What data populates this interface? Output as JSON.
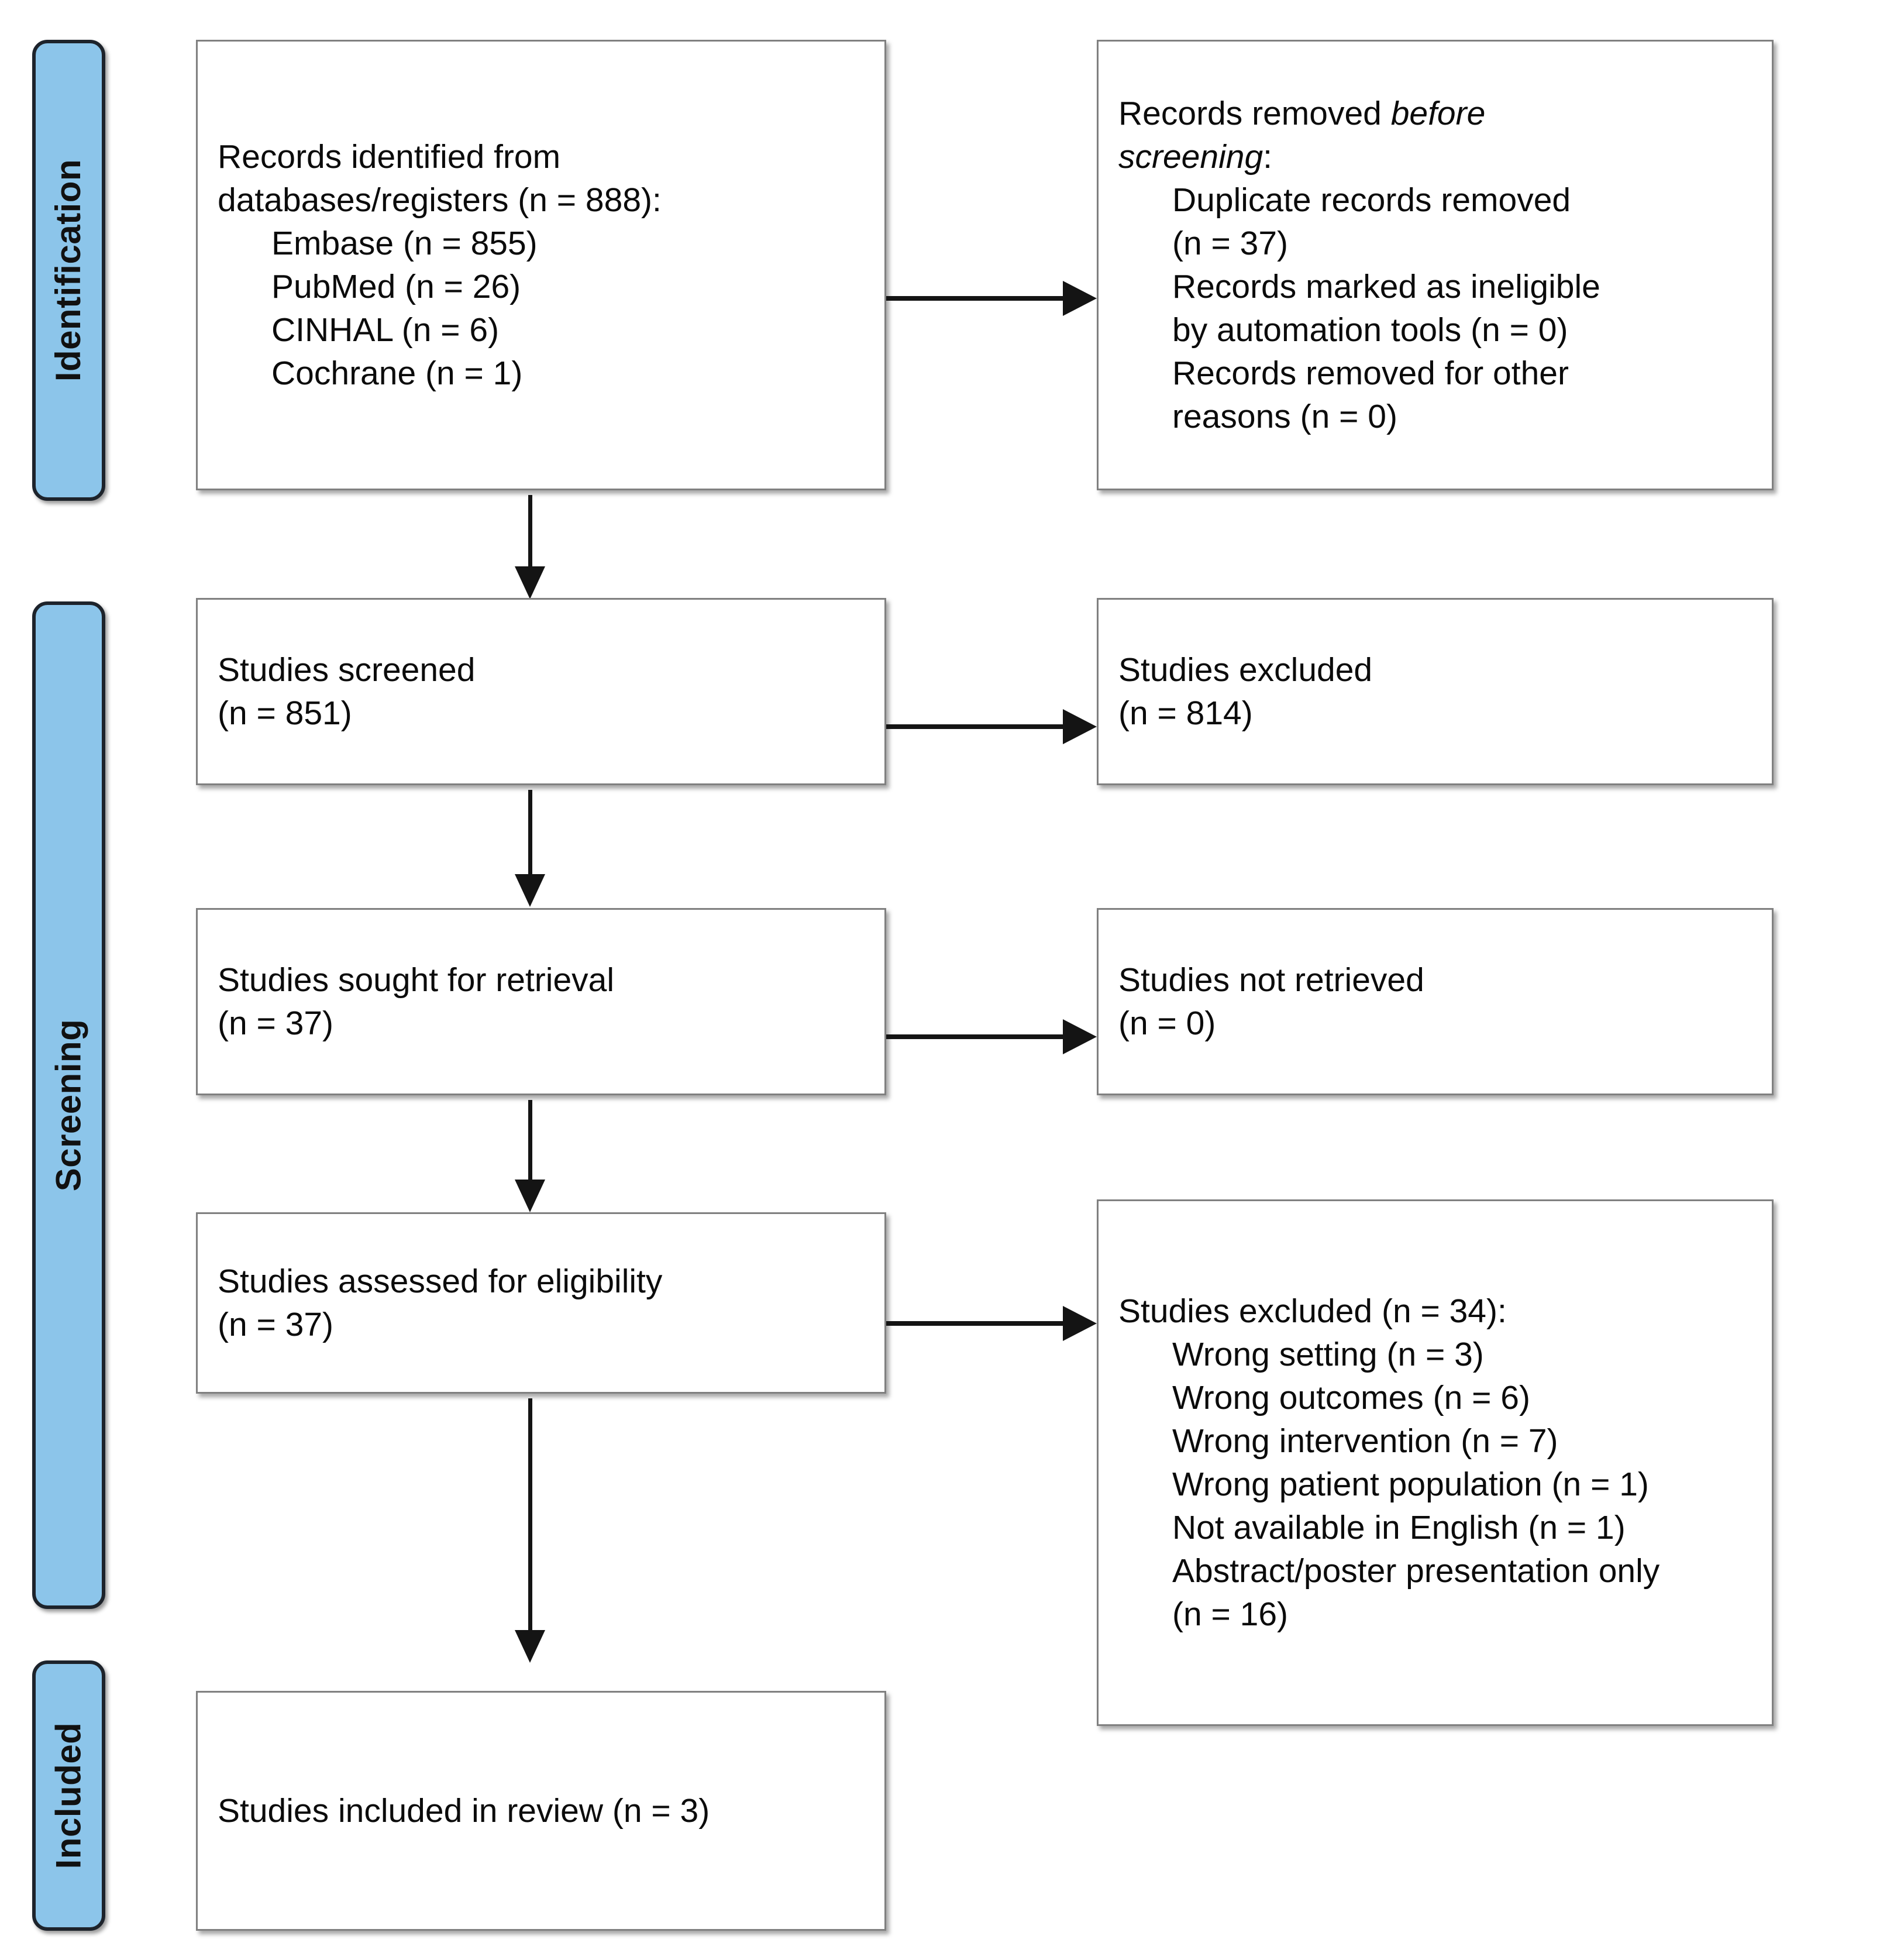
{
  "diagram": {
    "type": "prisma-flow-diagram",
    "accent_color": "#8cc5ea",
    "box_border_color": "#808080",
    "arrow_color": "#141414"
  },
  "stages": [
    {
      "id": "identification",
      "label": "Identification"
    },
    {
      "id": "screening",
      "label": "Screening"
    },
    {
      "id": "included",
      "label": "Included"
    }
  ],
  "boxes": {
    "records_identified": {
      "lines": [
        {
          "text": "Records identified from",
          "indent": false
        },
        {
          "text": "databases/registers (n = 888):",
          "indent": false
        },
        {
          "text": "Embase (n = 855)",
          "indent": true
        },
        {
          "text": "PubMed (n = 26)",
          "indent": true
        },
        {
          "text": "CINHAL (n = 6)",
          "indent": true
        },
        {
          "text": "Cochrane (n = 1)",
          "indent": true
        }
      ]
    },
    "records_removed": {
      "lines": [
        {
          "text": "Records removed ",
          "italic_tail": "before",
          "indent": false
        },
        {
          "text": "",
          "italic_lead": "screening",
          "tail": ":",
          "indent": false
        },
        {
          "text": "Duplicate records removed",
          "indent": true
        },
        {
          "text": "(n = 37)",
          "indent": true
        },
        {
          "text": "Records marked as ineligible",
          "indent": true
        },
        {
          "text": "by automation tools (n = 0)",
          "indent": true
        },
        {
          "text": "Records removed for other",
          "indent": true
        },
        {
          "text": "reasons (n = 0)",
          "indent": true
        }
      ]
    },
    "studies_screened": {
      "lines": [
        {
          "text": "Studies screened",
          "indent": false
        },
        {
          "text": "(n = 851)",
          "indent": false
        }
      ]
    },
    "studies_excluded_screened": {
      "lines": [
        {
          "text": "Studies excluded",
          "indent": false
        },
        {
          "text": "(n = 814)",
          "indent": false
        }
      ]
    },
    "studies_sought": {
      "lines": [
        {
          "text": "Studies sought for retrieval",
          "indent": false
        },
        {
          "text": "(n = 37)",
          "indent": false
        }
      ]
    },
    "studies_not_retrieved": {
      "lines": [
        {
          "text": "Studies not retrieved",
          "indent": false
        },
        {
          "text": "(n = 0)",
          "indent": false
        }
      ]
    },
    "studies_assessed": {
      "lines": [
        {
          "text": "Studies assessed for eligibility",
          "indent": false
        },
        {
          "text": "(n = 37)",
          "indent": false
        }
      ]
    },
    "studies_excluded_reasons": {
      "lines": [
        {
          "text": "Studies excluded (n = 34):",
          "indent": false
        },
        {
          "text": "Wrong setting (n = 3)",
          "indent": true
        },
        {
          "text": "Wrong outcomes (n = 6)",
          "indent": true
        },
        {
          "text": "Wrong intervention (n = 7)",
          "indent": true
        },
        {
          "text": "Wrong patient population (n = 1)",
          "indent": true
        },
        {
          "text": "Not available in English (n = 1)",
          "indent": true
        },
        {
          "text": "Abstract/poster presentation only",
          "indent": true
        },
        {
          "text": "(n = 16)",
          "indent": true
        }
      ]
    },
    "studies_included": {
      "lines": [
        {
          "text": "Studies included in review (n = 3)",
          "indent": false
        }
      ]
    }
  },
  "counts": {
    "records_identified_total": 888,
    "embase": 855,
    "pubmed": 26,
    "cinhal": 6,
    "cochrane": 1,
    "duplicates_removed": 37,
    "marked_ineligible_automation": 0,
    "removed_other_reasons": 0,
    "studies_screened": 851,
    "studies_excluded_screening": 814,
    "studies_sought_for_retrieval": 37,
    "studies_not_retrieved": 0,
    "studies_assessed_eligibility": 37,
    "studies_excluded_eligibility": 34,
    "wrong_setting": 3,
    "wrong_outcomes": 6,
    "wrong_intervention": 7,
    "wrong_patient_population": 1,
    "not_available_english": 1,
    "abstract_poster_only": 16,
    "studies_included_in_review": 3
  }
}
